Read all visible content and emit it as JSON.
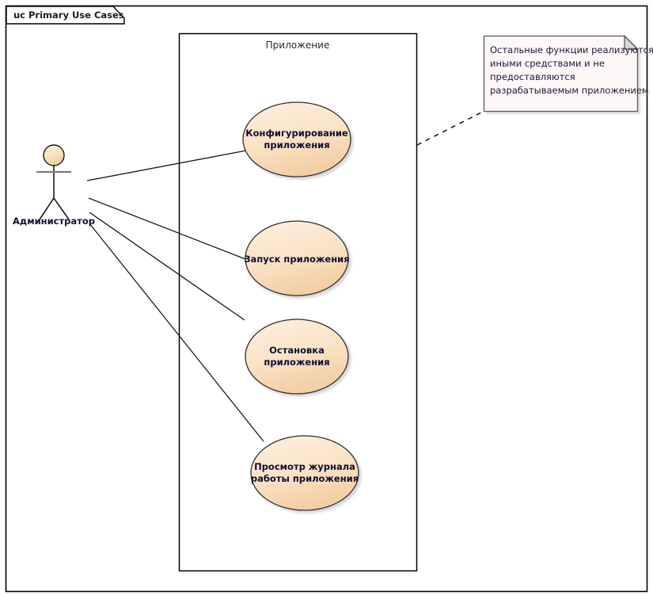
{
  "diagram": {
    "type": "uml-use-case-diagram",
    "frame": {
      "label": "uc Primary Use Cases",
      "border_color": "#000000",
      "background": "#ffffff"
    },
    "system_boundary": {
      "label": "Приложение",
      "border_color": "#000000"
    },
    "actor": {
      "name": "Администратор",
      "head_fill": "#f8dfc0",
      "stroke": "#000000"
    },
    "use_cases": [
      {
        "id": "uc-configure",
        "lines": [
          "Конфигурирование",
          "приложения"
        ],
        "fill": "#fae7cd",
        "stroke": "#3a3a3a"
      },
      {
        "id": "uc-start",
        "lines": [
          "Запуск приложения"
        ],
        "fill": "#fae7cd",
        "stroke": "#3a3a3a"
      },
      {
        "id": "uc-stop",
        "lines": [
          "Остановка",
          "приложения"
        ],
        "fill": "#fae7cd",
        "stroke": "#3a3a3a"
      },
      {
        "id": "uc-viewlog",
        "lines": [
          "Просмотр журнала",
          "работы приложения"
        ],
        "fill": "#fae7cd",
        "stroke": "#3a3a3a"
      }
    ],
    "note": {
      "lines": [
        "Остальные функции реализуются",
        "иными средствами и не",
        "предоставляются",
        "разрабатываемым приложением"
      ],
      "fill": "#fdf7f7",
      "stroke": "#6b6b6b",
      "fold_fill": "#d8d8d8"
    },
    "associations": [
      {
        "from": "actor",
        "to": "uc-configure"
      },
      {
        "from": "actor",
        "to": "uc-start"
      },
      {
        "from": "actor",
        "to": "uc-stop"
      },
      {
        "from": "actor",
        "to": "uc-viewlog"
      }
    ],
    "note_anchor": {
      "from": "note",
      "to": "system-boundary",
      "style": "dashed"
    }
  }
}
